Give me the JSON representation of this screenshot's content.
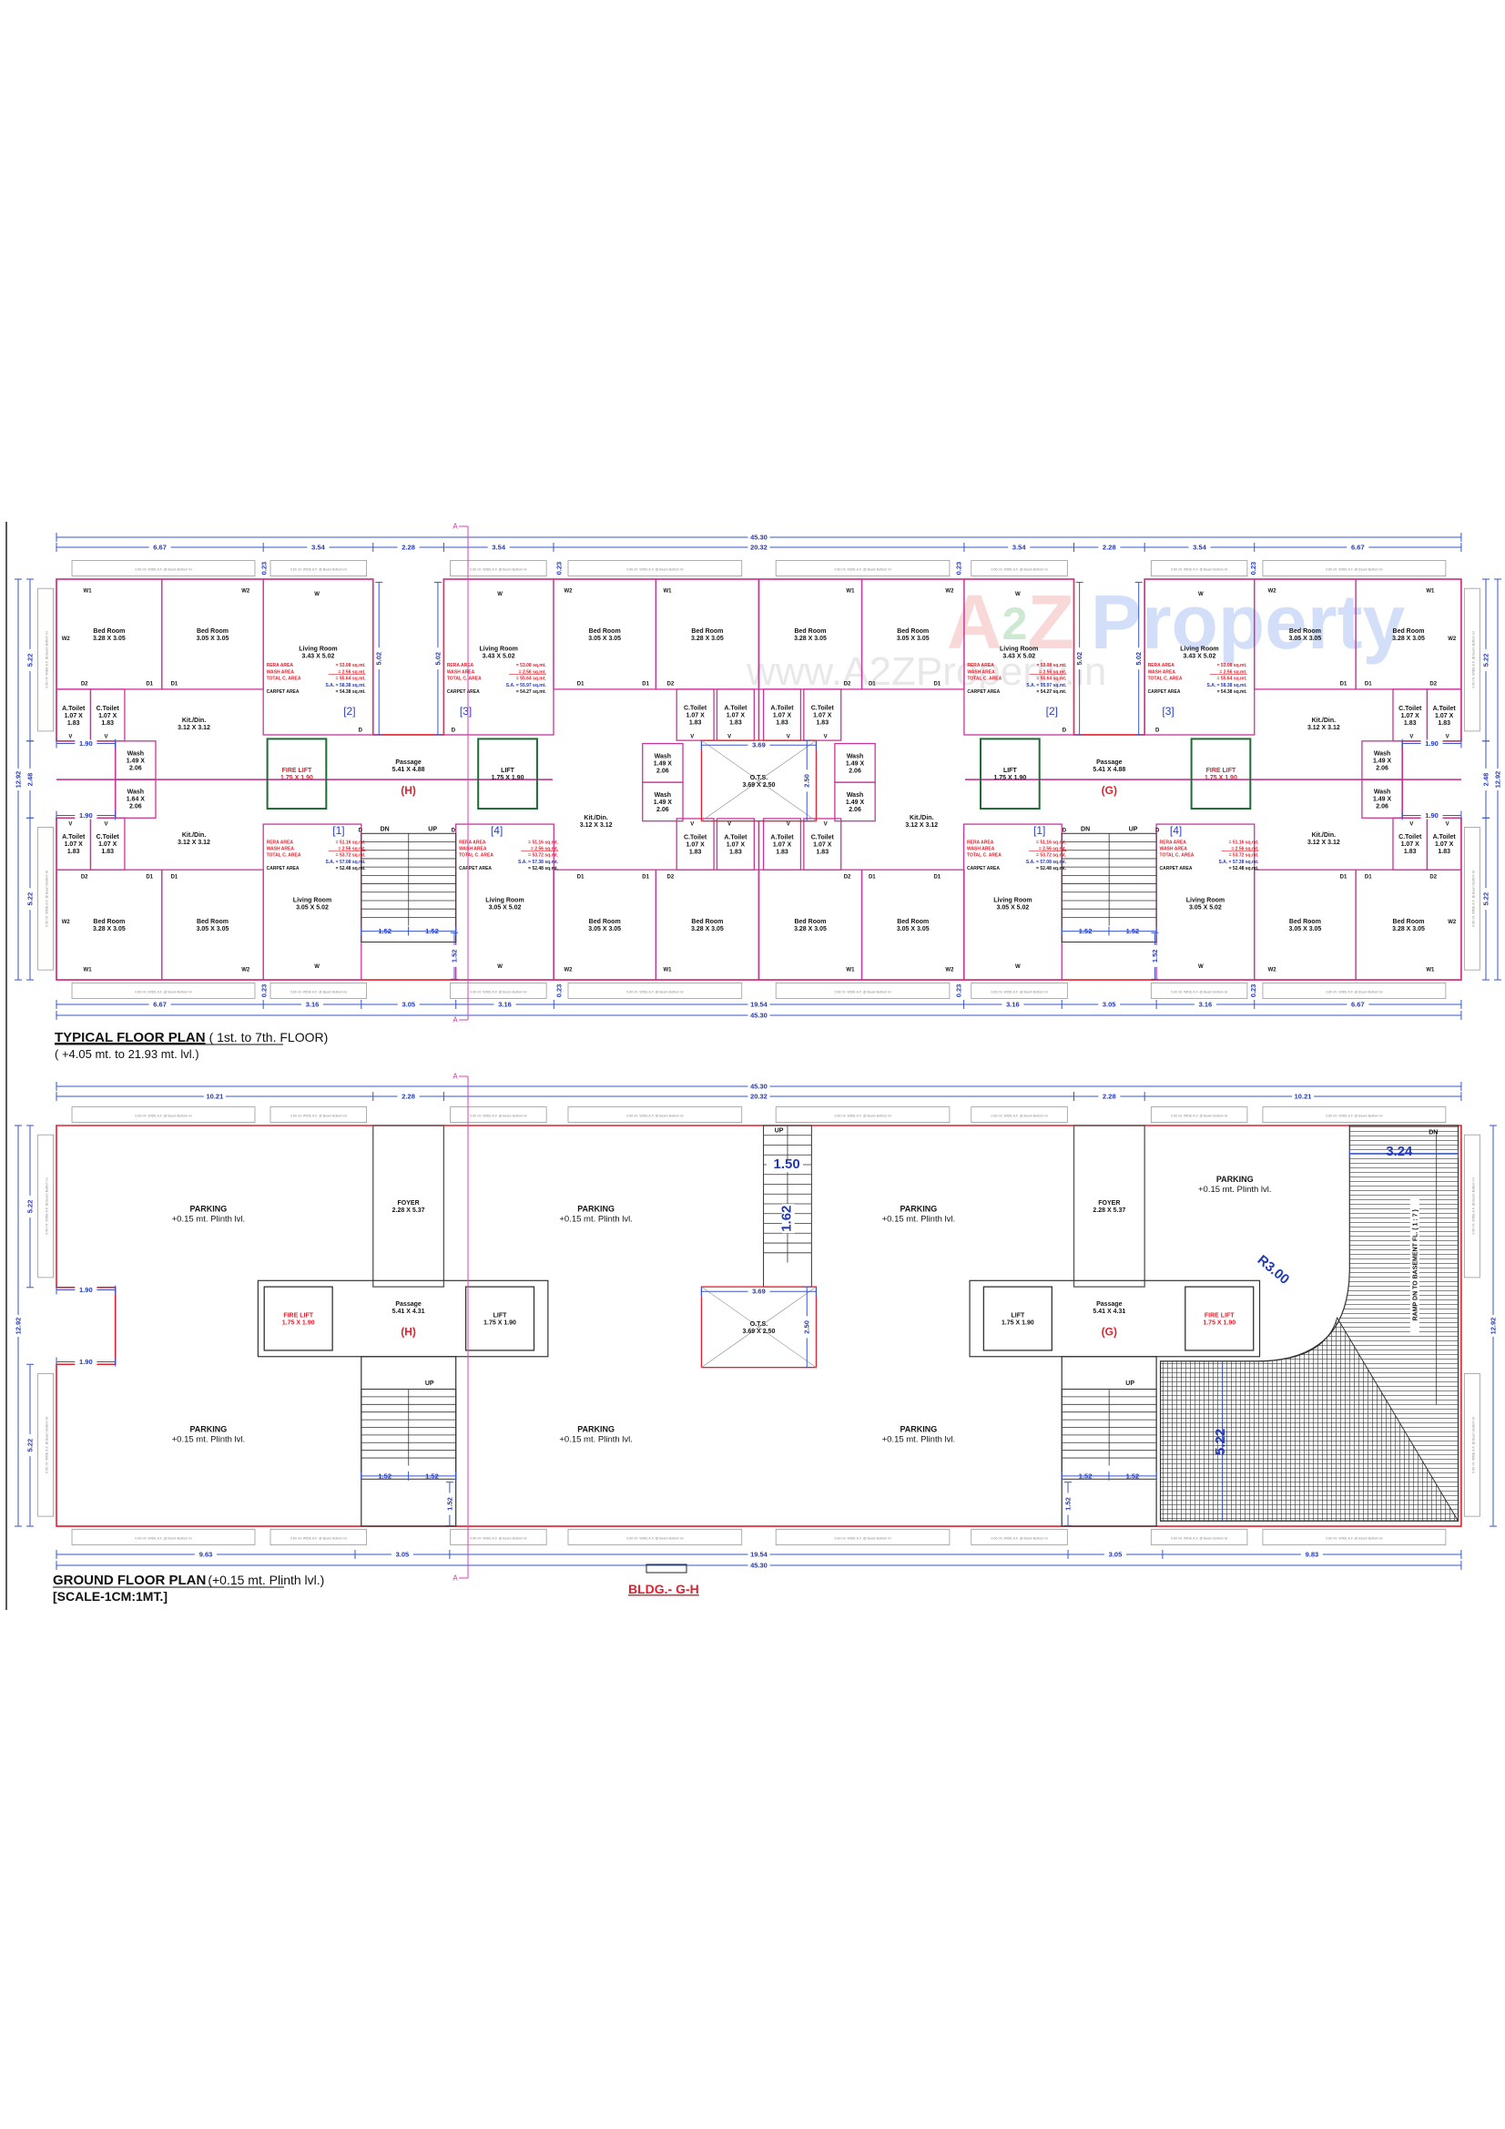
{
  "watermark": {
    "brand_a": "A",
    "brand_2": "2",
    "brand_z": "Z",
    "brand_word": "Property",
    "url": "www.A2ZProperty.in"
  },
  "ledge_note": "0.60 mt. WIDE A.F. @ Beam Bottom lvl",
  "section_marker": "A",
  "colors": {
    "outer_wall": "#e3202e",
    "room_wall": "#c8369a",
    "lift_wall": "#1f6b35",
    "dimension": "#2238b8",
    "section_line": "#e040b0"
  },
  "opening_tags": [
    "W1",
    "W2",
    "W",
    "D1",
    "D2",
    "D",
    "V"
  ],
  "area_labels": {
    "rera": "RERA AREA",
    "wash": "WASH AREA",
    "total": "TOTAL C. AREA",
    "sa": "S.A.",
    "carpet": "CARPET AREA"
  },
  "typical": {
    "title": "TYPICAL FLOOR PLAN",
    "title_suffix": "( 1st. to 7th. FLOOR)",
    "subtitle": "( +4.05 mt. to 21.93 mt. lvl.)",
    "rooms": {
      "t_bed_a": {
        "name": "Bed Room",
        "size": "3.28 X 3.05"
      },
      "t_bed_b": {
        "name": "Bed Room",
        "size": "3.05 X 3.05"
      },
      "t_atoilet": {
        "name": "A.Toilet",
        "size": "1.07 X 1.83"
      },
      "t_ctoilet": {
        "name": "C.Toilet",
        "size": "1.07 X 1.83"
      },
      "t_wash1": {
        "name": "Wash",
        "size": "1.49 X 2.06"
      },
      "t_wash2": {
        "name": "Wash",
        "size": "1.64 X 2.06"
      },
      "t_kit": {
        "name": "Kit./Din.",
        "size": "3.12 X 3.12"
      },
      "t_living_top": {
        "name": "Living Room",
        "size": "3.43 X 5.02"
      },
      "t_living_bot": {
        "name": "Living Room",
        "size": "3.05 X 5.02"
      },
      "t_firelift": {
        "name": "FIRE LIFT",
        "size": "1.75 X 1.90"
      },
      "t_lift": {
        "name": "LIFT",
        "size": "1.75 X 1.90"
      },
      "t_passage": {
        "name": "Passage",
        "size": "5.41 X 4.88"
      },
      "t_ots": {
        "name": "O.T.S.",
        "size": "3.69 X 2.50"
      }
    },
    "stair": {
      "dn": "DN",
      "up": "UP"
    },
    "sides": [
      {
        "passage_tag": "(H)",
        "units": [
          {
            "tag": "[2]",
            "rera": "= 53.08 sq.mt.",
            "wash": "= 2.56 sq.mt.",
            "total": "= 55.64 sq.mt.",
            "sa": "= 58.38 sq.mt.",
            "carpet": "= 54.38 sq.mt."
          },
          {
            "tag": "[3]",
            "rera": "= 53.08 sq.mt.",
            "wash": "= 2.56 sq.mt.",
            "total": "= 55.64 sq.mt.",
            "sa": "= 55.97 sq.mt.",
            "carpet": "= 54.27 sq.mt."
          },
          {
            "tag": "[1]",
            "rera": "= 51.16 sq.mt.",
            "wash": "= 2.56 sq.mt.",
            "total": "= 53.72 sq.mt.",
            "sa": "= 57.08 sq.mt.",
            "carpet": "= 52.48 sq.mt."
          },
          {
            "tag": "[4]",
            "rera": "= 51.16 sq.mt.",
            "wash": "= 2.56 sq.mt.",
            "total": "= 53.72 sq.mt.",
            "sa": "= 57.38 sq.mt.",
            "carpet": "= 52.48 sq.mt."
          }
        ]
      },
      {
        "passage_tag": "(G)",
        "units": [
          {
            "tag": "[2]",
            "rera": "= 53.08 sq.mt.",
            "wash": "= 2.56 sq.mt.",
            "total": "= 55.64 sq.mt.",
            "sa": "= 55.97 sq.mt.",
            "carpet": "= 54.27 sq.mt."
          },
          {
            "tag": "[3]",
            "rera": "= 53.08 sq.mt.",
            "wash": "= 2.56 sq.mt.",
            "total": "= 55.64 sq.mt.",
            "sa": "= 58.38 sq.mt.",
            "carpet": "= 54.38 sq.mt."
          },
          {
            "tag": "[1]",
            "rera": "= 51.16 sq.mt.",
            "wash": "= 2.56 sq.mt.",
            "total": "= 53.72 sq.mt.",
            "sa": "= 57.08 sq.mt.",
            "carpet": "= 52.48 sq.mt."
          },
          {
            "tag": "[4]",
            "rera": "= 51.16 sq.mt.",
            "wash": "= 2.56 sq.mt.",
            "total": "= 53.72 sq.mt.",
            "sa": "= 57.38 sq.mt.",
            "carpet": "= 52.48 sq.mt."
          }
        ]
      }
    ],
    "dims": {
      "overall": "45.30",
      "top": [
        "6.67",
        "3.54",
        "2.28",
        "3.54",
        "20.32",
        "3.54",
        "2.28",
        "3.54",
        "6.67"
      ],
      "bottom": [
        "6.67",
        "3.16",
        "3.05",
        "3.16",
        "19.54",
        "3.16",
        "3.05",
        "3.16",
        "6.67"
      ],
      "bottom_overall": "45.30",
      "side": [
        "5.22",
        "2.48",
        "5.22"
      ],
      "side_overall": "12.92",
      "notch": "1.90",
      "living_height": "5.02",
      "ledge_offset": "0.23",
      "stair": "1.52",
      "ots_w": "3.69",
      "ots_h": "2.50"
    }
  },
  "ground": {
    "title": "GROUND FLOOR PLAN",
    "title_suffix": "(+0.15 mt. Plinth lvl.)",
    "scale": "[SCALE-1CM:1MT.]",
    "building": "BLDG.- G-H",
    "parking": {
      "name": "PARKING",
      "level": "+0.15 mt. Plinth lvl."
    },
    "rooms": {
      "g_foyer": {
        "name": "FOYER",
        "size": "2.28 X 5.37"
      },
      "g_firelift": {
        "name": "FIRE LIFT",
        "size": "1.75 X 1.90"
      },
      "g_lift": {
        "name": "LIFT",
        "size": "1.75 X 1.90"
      },
      "g_passage": {
        "name": "Passage",
        "size": "5.41 X 4.31"
      },
      "g_ots": {
        "name": "O.T.S.",
        "size": "3.69 X 2.50"
      }
    },
    "passage_tags": [
      "(H)",
      "(G)"
    ],
    "stair_up": "UP",
    "ramp": {
      "label": "RAMP DN TO BASEMENT FL. ( 1 : 7 )",
      "dn": "DN",
      "width": "3.24",
      "length": "5.22",
      "radius": "R3.00"
    },
    "dims": {
      "overall": "45.30",
      "top": [
        "10.21",
        "2.28",
        "20.32",
        "2.28",
        "10.21"
      ],
      "bottom": [
        "9.63",
        "3.05",
        "19.54",
        "3.05",
        "9.83"
      ],
      "bottom_overall": "45.30",
      "side": [
        "5.22",
        "5.22"
      ],
      "side_overall": "12.92",
      "notch": "1.90",
      "stair": "1.52",
      "center_stair_w": "1.50",
      "center_stair_h": "1.62",
      "ots_w": "3.69",
      "ots_h": "2.50"
    }
  }
}
